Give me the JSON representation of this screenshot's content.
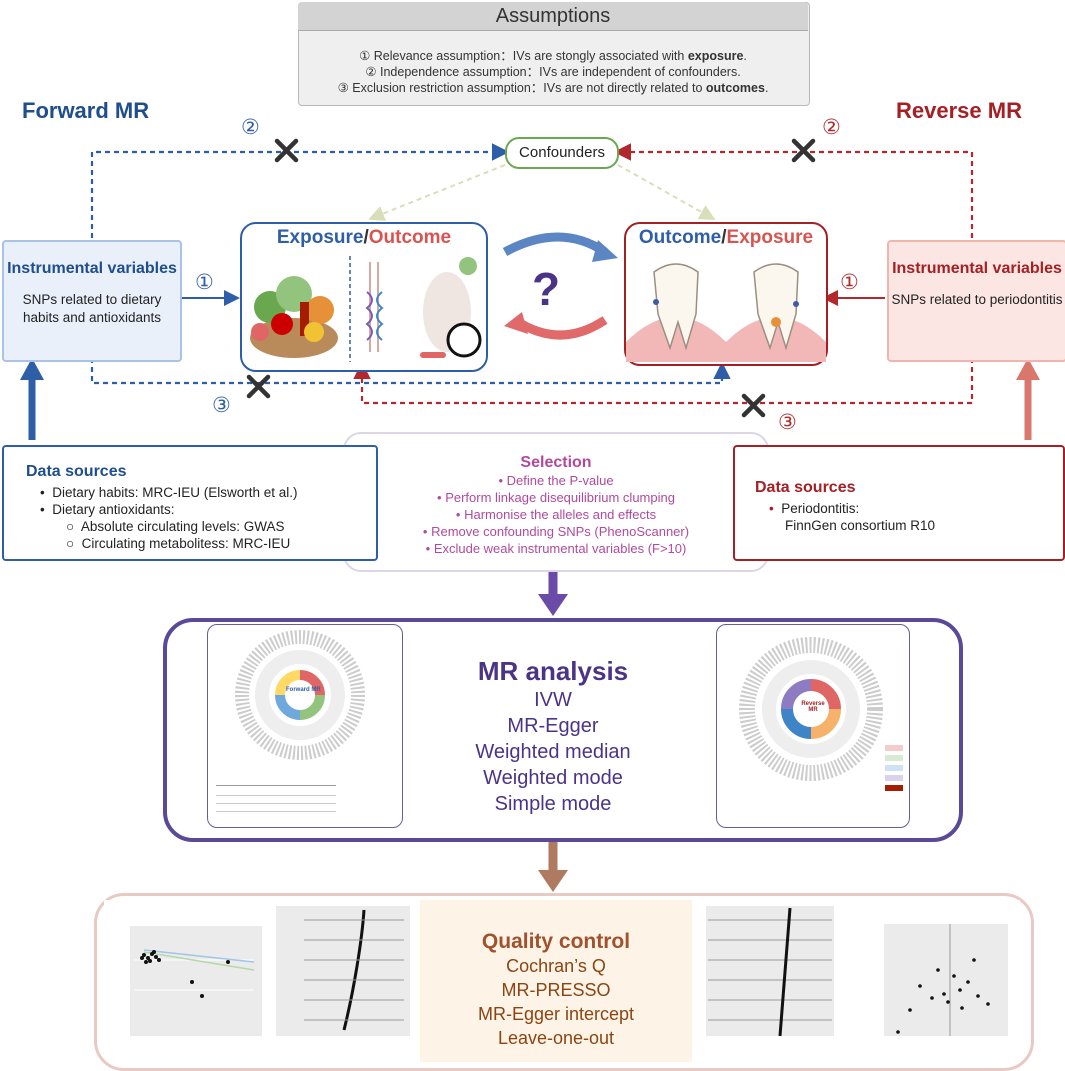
{
  "assumptions": {
    "title": "Assumptions",
    "line1_prefix": "① Relevance assumption：IVs are stongly associated with ",
    "line1_bold": "exposure",
    "line1_suffix": ".",
    "line2": "② Independence assumption：IVs are independent of confounders.",
    "line3_prefix": "③ Exclusion restriction assumption：IVs are not directly related to ",
    "line3_bold": "outcomes",
    "line3_suffix": "."
  },
  "forward": {
    "title": "Forward MR",
    "num1": "①",
    "num2": "②",
    "num3": "③",
    "iv_title": "Instrumental variables",
    "iv_sub": "SNPs related to dietary habits and antioxidants"
  },
  "reverse": {
    "title": "Reverse MR",
    "num1": "①",
    "num2": "②",
    "num3": "③",
    "iv_title": "Instrumental variables",
    "iv_sub": "SNPs related to periodontitis"
  },
  "confounders": "Confounders",
  "left_panel": {
    "word1": "Exposure",
    "slash": "/",
    "word2": "Outcome"
  },
  "right_panel": {
    "word1": "Outcome",
    "slash": "/",
    "word2": "Exposure"
  },
  "question": "?",
  "data_sources_left": {
    "title": "Data sources",
    "items": [
      "Dietary habits: MRC-IEU (Elsworth et al.)",
      "Dietary antioxidants:"
    ],
    "subitems": [
      "Absolute circulating levels: GWAS",
      "Circulating metabolitess: MRC-IEU"
    ]
  },
  "data_sources_right": {
    "title": "Data sources",
    "items": [
      "Periodontitis:"
    ],
    "item_cont": "FinnGen consortium R10"
  },
  "selection": {
    "title": "Selection",
    "items": [
      "Define the P-value",
      "Perform linkage disequilibrium clumping",
      "Harmonise the alleles and effects",
      "Remove confounding SNPs (PhenoScanner)",
      "Exclude weak instrumental variables (F>10)"
    ]
  },
  "mr_analysis": {
    "title": "MR analysis",
    "items": [
      "IVW",
      "MR-Egger",
      "Weighted median",
      "Weighted mode",
      "Simple mode"
    ]
  },
  "quality_control": {
    "title": "Quality control",
    "items": [
      "Cochran’s Q",
      "MR-PRESSO",
      "MR-Egger intercept",
      "Leave-one-out"
    ]
  },
  "thumbnails": {
    "forward_center": "Forward MR",
    "reverse_center": "Reverse MR"
  },
  "colors": {
    "blue": "#2f5ea8",
    "red": "#b3282d",
    "purple": "#4b3488",
    "brown": "#a0522d",
    "pink": "#b04a9e"
  }
}
